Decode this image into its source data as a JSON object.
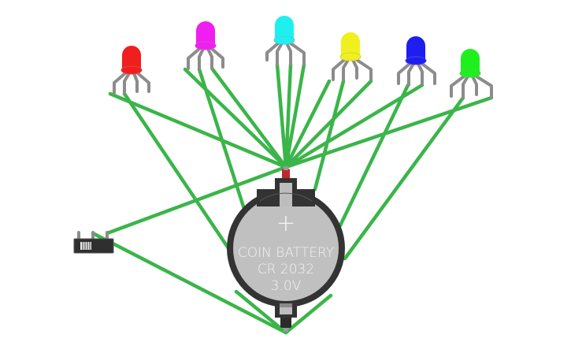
{
  "colors": {
    "background": "#ffffff",
    "wire": "#3bb54a",
    "leg": "#8c8c8c",
    "battery_holder": "#333333",
    "battery_face": "#c0c0c0",
    "battery_text": "#f2f2f2",
    "positive_terminal": "#c0262a",
    "negative_terminal": "#2b2b2b"
  },
  "battery": {
    "symbol": "+",
    "line1": "COIN BATTERY",
    "line2": "CR 2032",
    "line3": "3.0V"
  },
  "leds": [
    {
      "name": "red",
      "color": "#f01e1e"
    },
    {
      "name": "magenta",
      "color": "#f01ef0"
    },
    {
      "name": "cyan",
      "color": "#1ef0f0"
    },
    {
      "name": "yellow",
      "color": "#f0f01e"
    },
    {
      "name": "blue",
      "color": "#1e1ef0"
    },
    {
      "name": "green",
      "color": "#1ef01e"
    }
  ],
  "switch": {
    "type": "slide-switch"
  }
}
